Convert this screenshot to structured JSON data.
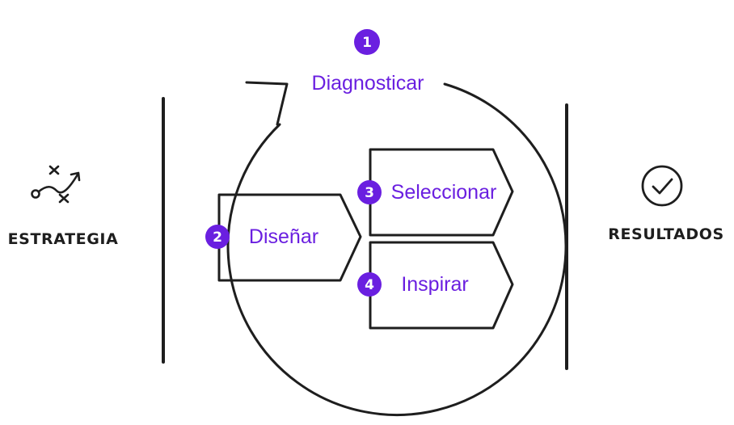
{
  "left": {
    "label": "ESTRATEGIA",
    "icon": "strategy-play-icon"
  },
  "right": {
    "label": "RESULTADOS",
    "icon": "check-circle-icon"
  },
  "steps": [
    {
      "number": "1",
      "label": "Diagnosticar"
    },
    {
      "number": "2",
      "label": "Diseñar"
    },
    {
      "number": "3",
      "label": "Seleccionar"
    },
    {
      "number": "4",
      "label": "Inspirar"
    }
  ],
  "colors": {
    "accent": "#6a1fe0",
    "line": "#1e1e1e",
    "background": "#ffffff"
  }
}
